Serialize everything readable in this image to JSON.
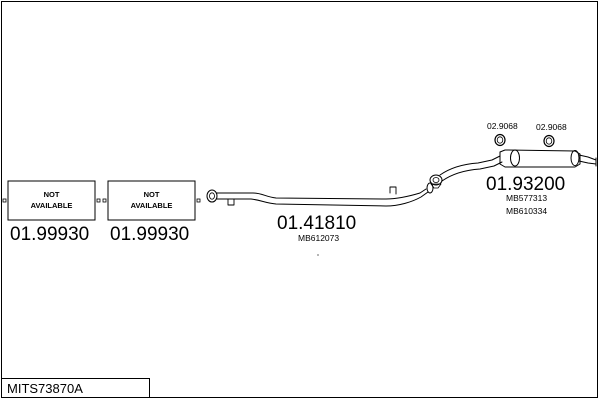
{
  "model": {
    "code": "MITS73870A"
  },
  "parts": {
    "box1": {
      "line1": "NOT",
      "line2": "AVAILABLE",
      "number": "01.99930"
    },
    "box2": {
      "line1": "NOT",
      "line2": "AVAILABLE",
      "number": "01.99930"
    },
    "center_pipe": {
      "number": "01.41810",
      "ref": "MB612073"
    },
    "rear_silencer": {
      "number": "01.93200",
      "ref1": "MB577313",
      "ref2": "MB610334"
    },
    "clamp_left": {
      "number": "02.9068"
    },
    "clamp_right": {
      "number": "02.9068"
    }
  }
}
